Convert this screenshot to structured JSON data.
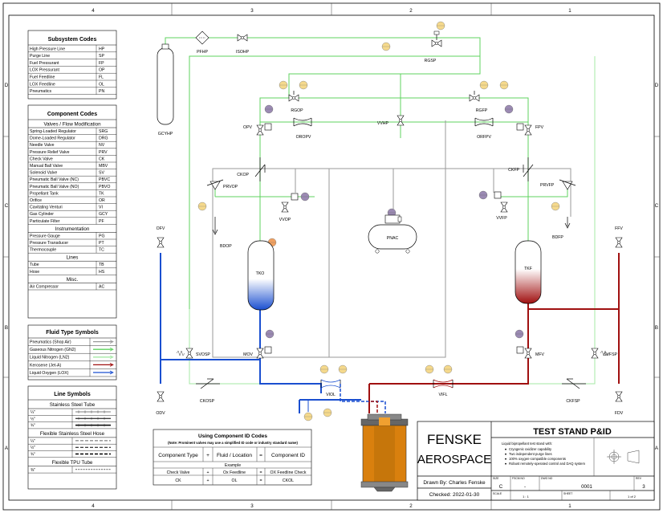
{
  "border": {
    "col_labels": [
      "4",
      "3",
      "2",
      "1"
    ],
    "row_labels": [
      "D",
      "C",
      "B",
      "A"
    ]
  },
  "subsystem_codes": {
    "title": "Subsystem Codes",
    "rows": [
      [
        "High Pressure Line",
        "HP"
      ],
      [
        "Purge Line",
        "SP"
      ],
      [
        "Fuel Pressurant",
        "FP"
      ],
      [
        "LOX Pressurant",
        "OP"
      ],
      [
        "Fuel Feedline",
        "FL"
      ],
      [
        "LOX Feedline",
        "OL"
      ],
      [
        "Pneumatics",
        "PN"
      ]
    ]
  },
  "component_codes": {
    "title": "Component Codes",
    "sections": [
      {
        "header": "Valves / Flow Modification",
        "rows": [
          [
            "Spring-Loaded Regulator",
            "SRG"
          ],
          [
            "Dome-Loaded Regulator",
            "DRG"
          ],
          [
            "Needle Valve",
            "NV"
          ],
          [
            "Pressure Relief Valve",
            "PRV"
          ],
          [
            "Check Valve",
            "CK"
          ],
          [
            "Manual Ball Valve",
            "MBV"
          ],
          [
            "Solenoid Valve",
            "SV"
          ],
          [
            "Pneumatic Ball Valve (NC)",
            "PBVC"
          ],
          [
            "Pneumatic Ball Valve (NO)",
            "PBVO"
          ],
          [
            "Propellant Tank",
            "TK"
          ],
          [
            "Orifice",
            "OR"
          ],
          [
            "Cavitating Venturi",
            "VI"
          ],
          [
            "Gas Cylinder",
            "GCY"
          ],
          [
            "Particulate Filter",
            "PF"
          ]
        ]
      },
      {
        "header": "Instrumentation",
        "rows": [
          [
            "Pressure Gauge",
            "PG"
          ],
          [
            "Pressure Transducer",
            "PT"
          ],
          [
            "Thermocouple",
            "TC"
          ]
        ]
      },
      {
        "header": "Lines",
        "rows": [
          [
            "Tube",
            "TB"
          ],
          [
            "Hose",
            "HS"
          ]
        ]
      },
      {
        "header": "Misc.",
        "rows": [
          [
            "Air Compressor",
            "AC"
          ]
        ]
      }
    ]
  },
  "fluid_symbols": {
    "title": "Fluid Type Symbols",
    "rows": [
      {
        "label": "Pneumatics (Shop Air)",
        "color": "#9a9a9a"
      },
      {
        "label": "Gaseous Nitrogen (GN2)",
        "color": "#5fd35f"
      },
      {
        "label": "Liquid Nitrogen (LN2)",
        "color": "#a5e8a5"
      },
      {
        "label": "Kerosene (Jet-A)",
        "color": "#a01010"
      },
      {
        "label": "Liquid Oxygen (LOX)",
        "color": "#1a4fd0"
      }
    ]
  },
  "line_symbols": {
    "title": "Line Symbols",
    "groups": [
      {
        "header": "Stainless Steel Tube",
        "rows": [
          "¼\"",
          "½\"",
          "¾\""
        ]
      },
      {
        "header": "Flexible Stainless Steel Hose",
        "rows": [
          "¼\"",
          "½\"",
          "¾\""
        ]
      },
      {
        "header": "Flexible TPU Tube",
        "rows": [
          "⅜\""
        ]
      }
    ]
  },
  "id_codes": {
    "title": "Using Component ID Codes",
    "note": "(Note: Prominent valves may use a simplified ID code or industry standard name)",
    "head": [
      "Component Type",
      "+",
      "Fluid / Location",
      "=",
      "Component ID"
    ],
    "example_label": "Example",
    "rows": [
      [
        "Check Valve",
        "+",
        "Ox Feedline",
        "=",
        "OX Feedline Check"
      ],
      [
        "CK",
        "+",
        "OL",
        "=",
        "CKOL"
      ]
    ]
  },
  "title_block": {
    "company_line1": "FENSKE",
    "company_line2": "AEROSPACE",
    "drawn_by": "Drawn By: Charles Fenske",
    "checked": "Checked: 2022-01-30",
    "title": "TEST STAND P&ID",
    "desc_intro": "Liquid bipropellant test stand with:",
    "bullets": [
      "Cryogenic oxidizer capability",
      "Two independent purge lines",
      "100% oxygen-compatible components",
      "Robust remotely-operated control and DAQ system"
    ],
    "size_label": "SIZE",
    "size": "C",
    "fscm_label": "FSCM NO",
    "fscm": "-",
    "dwg_label": "DWG NO",
    "dwg": "0001",
    "rev_label": "REV",
    "rev": "3",
    "scale_label": "SCALE",
    "scale": "1 : 1",
    "sheet_label": "SHEET",
    "sheet": "1 of 2"
  },
  "diagram_labels": {
    "PFHP": "PFHP",
    "ISOHP": "ISOHP",
    "RGSP": "RGSP",
    "GCYHP": "GCYHP",
    "VVHP": "VVHP",
    "RGOP": "RGOP",
    "RGFP": "RGFP",
    "OPV": "OPV",
    "FPV": "FPV",
    "OROPV": "OROPV",
    "ORFPV": "ORFPV",
    "CKOP": "CKOP",
    "CKFP": "CKFP",
    "PRVOP": "PRVOP",
    "PRVFP": "PRVFP",
    "VVOP": "VVOP",
    "VVFP": "VVFP",
    "BDOP": "BDOP",
    "BDFP": "BDFP",
    "PNAC": "PNAC",
    "TKO": "TKO",
    "TKF": "TKF",
    "OFV": "OFV",
    "FFV": "FFV",
    "SVOSP": "SVOSP",
    "SVFSP": "SVFSP",
    "MOV": "MOV",
    "MFV": "MFV",
    "ODV": "ODV",
    "FDV": "FDV",
    "CKOSP": "CKOSP",
    "CKFSP": "CKFSP",
    "VIOL": "VIOL",
    "VIFL": "VIFL",
    "gauge": "PT",
    "gauge_id": "X_XXX",
    "sol": "SV"
  }
}
